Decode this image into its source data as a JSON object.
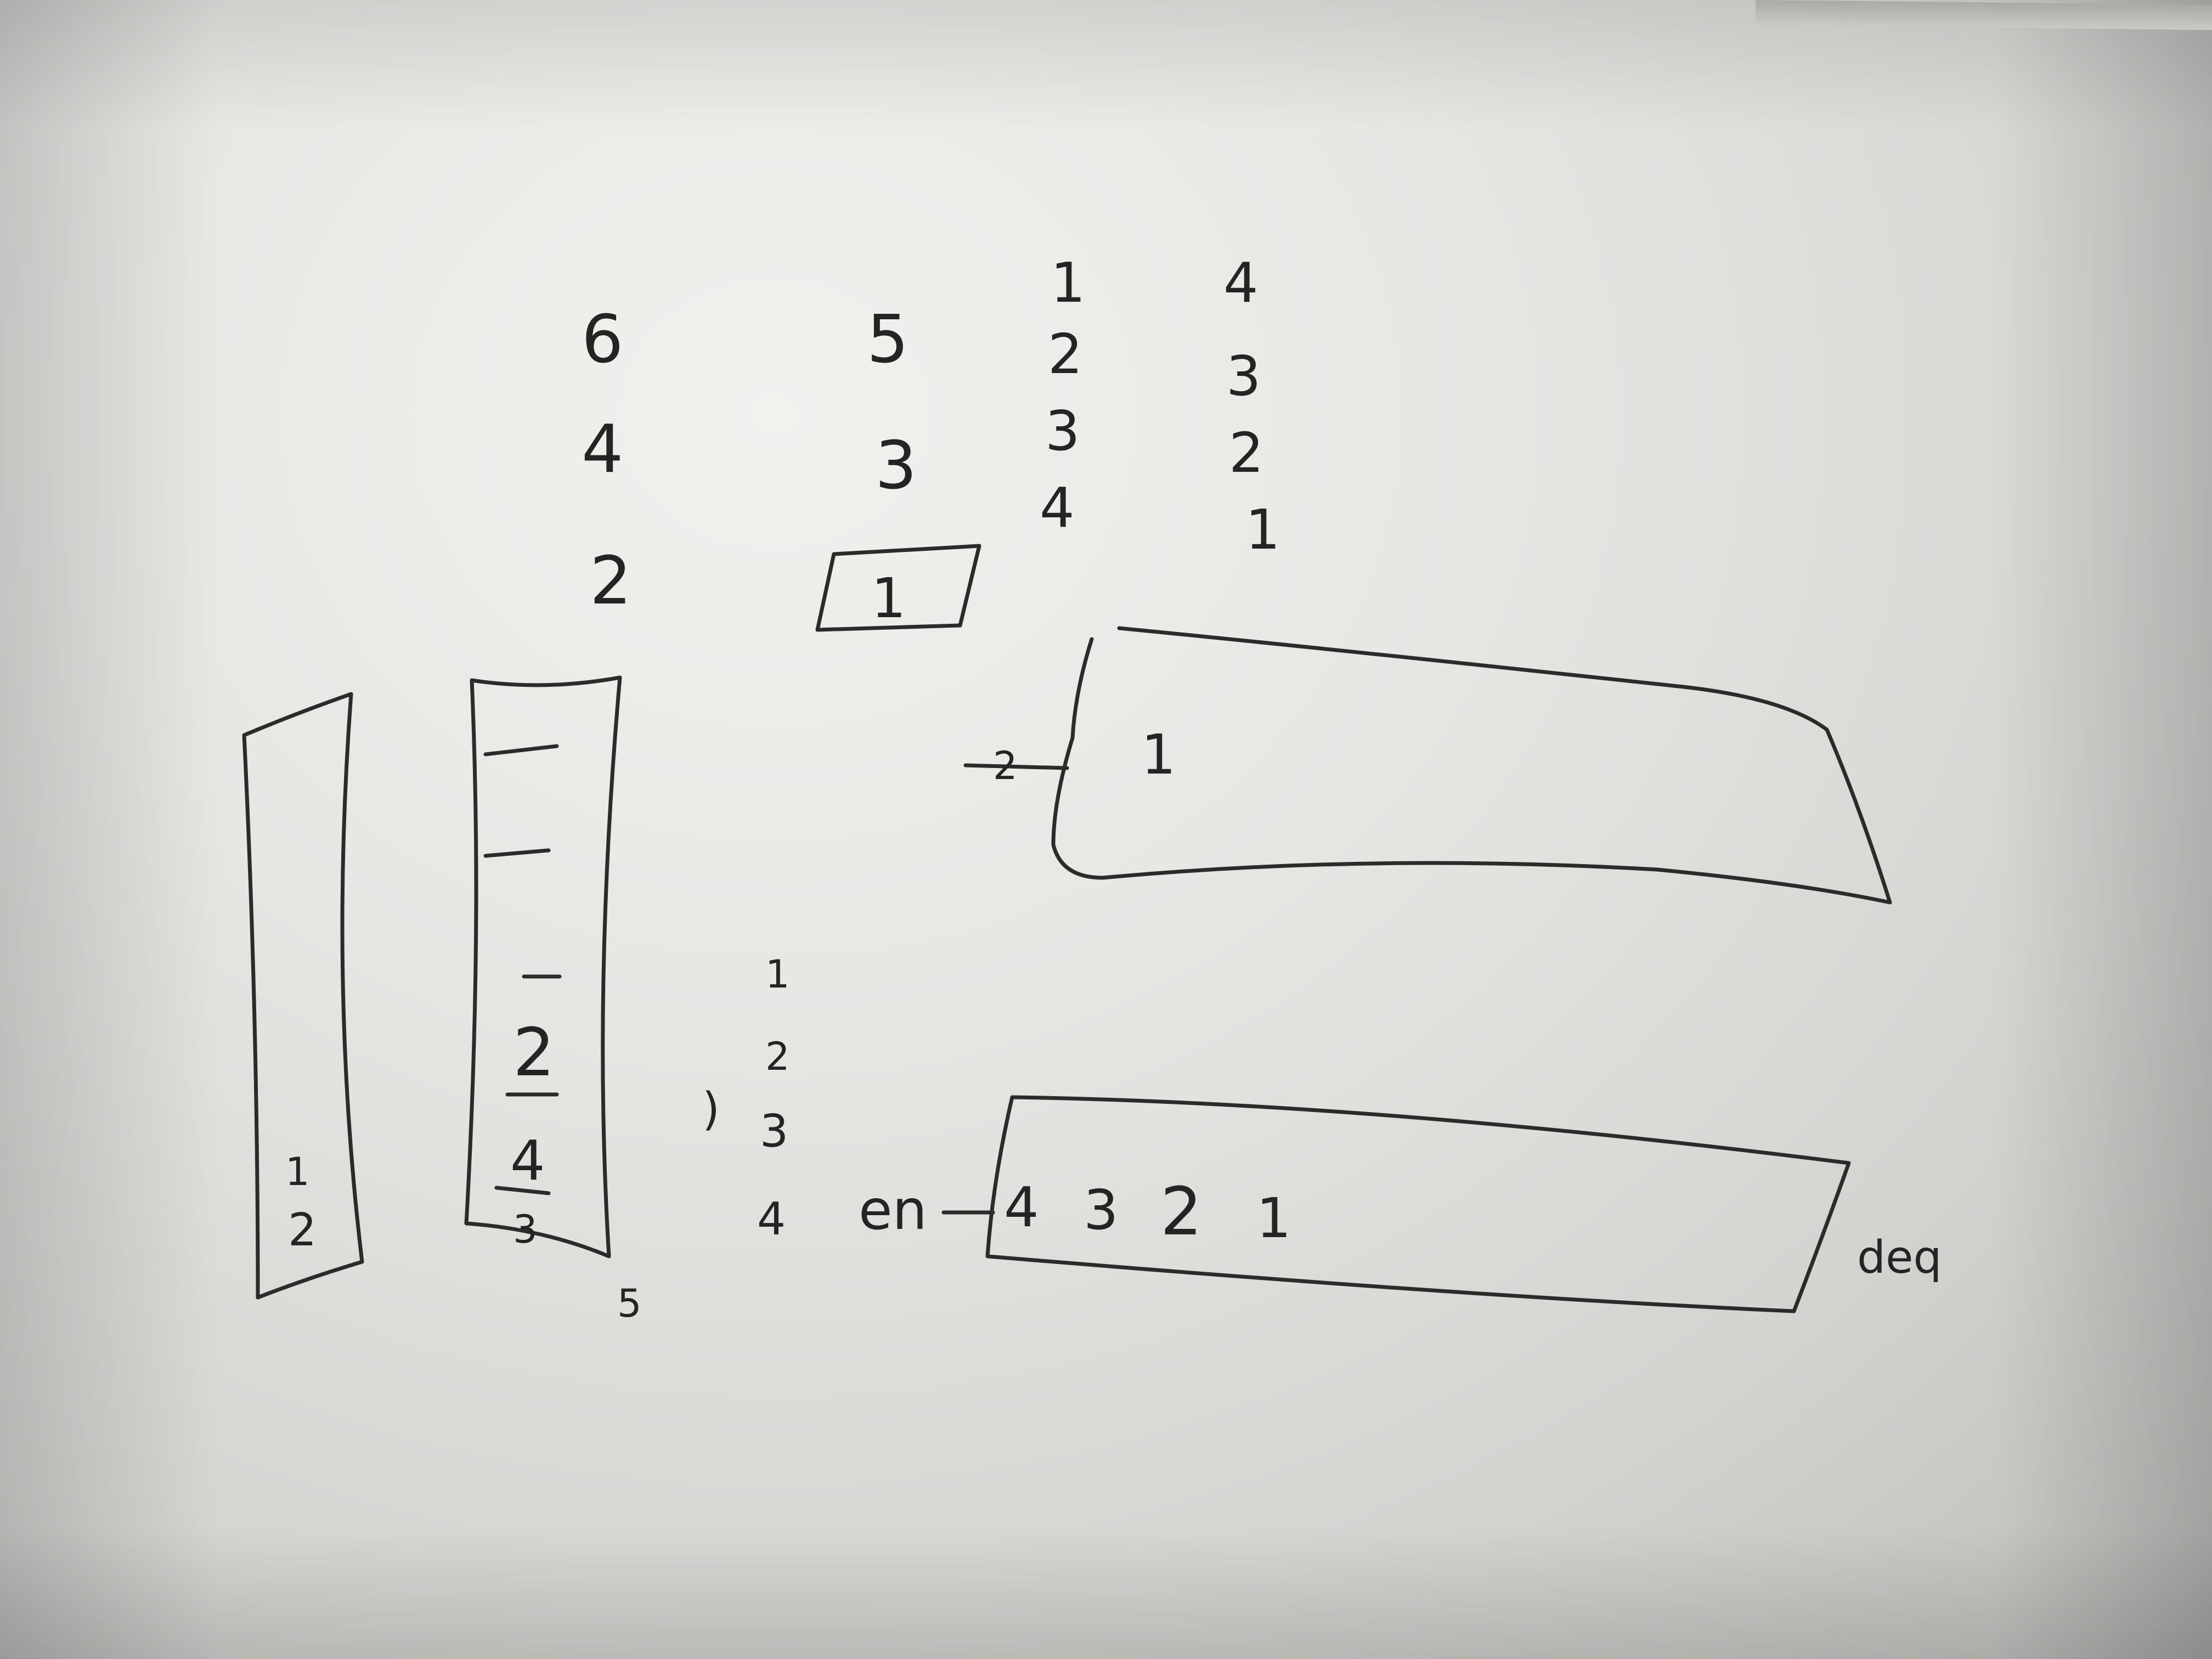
{
  "columns": [
    {
      "values": [
        "6",
        "4",
        "2"
      ]
    },
    {
      "values": [
        "5",
        "3",
        "1"
      ],
      "boxed_value": "1"
    },
    {
      "values": [
        "1",
        "2",
        "3",
        "4"
      ]
    },
    {
      "values": [
        "4",
        "3",
        "2",
        "1"
      ]
    }
  ],
  "stack_left": {
    "values": [
      "1",
      "2"
    ]
  },
  "stack_right": {
    "values": [
      "2",
      "4",
      "3"
    ],
    "below": "5"
  },
  "middle_sequence": {
    "paren": ")",
    "values": [
      "1",
      "2",
      "3",
      "4"
    ]
  },
  "queue_top": {
    "arrow_label": "2",
    "content": "1"
  },
  "queue_bottom": {
    "enter_label": "en",
    "values": [
      "4",
      "3",
      "2",
      "1"
    ],
    "exit_label": "deq"
  },
  "colors": {
    "ink": "#2b2b2b",
    "board": "#e6e6e3"
  }
}
